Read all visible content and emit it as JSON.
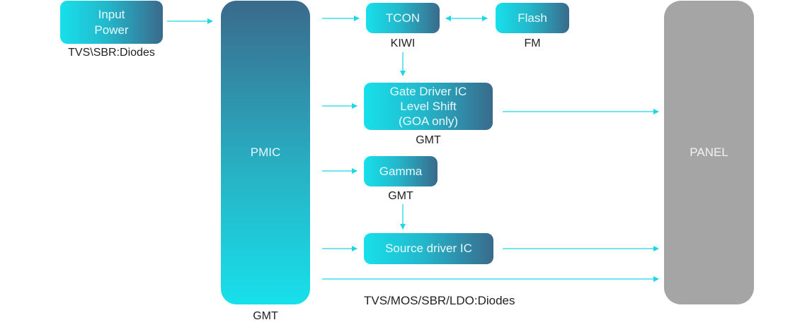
{
  "colors": {
    "arrow": "#1ed6e6",
    "gradient_start": "#17e0ea",
    "gradient_end": "#3a6a8c",
    "panel": "#a5a5a5"
  },
  "nodes": {
    "input_power": {
      "label_line1": "Input",
      "label_line2": "Power",
      "vendor": "TVS\\SBR:Diodes"
    },
    "pmic": {
      "label": "PMIC",
      "vendor": "GMT"
    },
    "tcon": {
      "label": "TCON",
      "vendor": "KIWI"
    },
    "flash": {
      "label": "Flash",
      "vendor": "FM"
    },
    "gate_driver": {
      "label_line1": "Gate Driver IC",
      "label_line2": "Level Shift",
      "label_line3": "(GOA only)",
      "vendor": "GMT"
    },
    "gamma": {
      "label": "Gamma",
      "vendor": "GMT"
    },
    "source_driver": {
      "label": "Source driver IC"
    },
    "panel": {
      "label": "PANEL"
    }
  },
  "annotations": {
    "bottom_line": "TVS/MOS/SBR/LDO:Diodes"
  },
  "connections": [
    {
      "from": "input_power",
      "to": "pmic"
    },
    {
      "from": "pmic",
      "to": "tcon"
    },
    {
      "from": "tcon",
      "to": "flash",
      "bidirectional": true
    },
    {
      "from": "tcon",
      "to": "gate_driver"
    },
    {
      "from": "pmic",
      "to": "gate_driver"
    },
    {
      "from": "gate_driver",
      "to": "panel"
    },
    {
      "from": "pmic",
      "to": "gamma"
    },
    {
      "from": "gamma",
      "to": "source_driver"
    },
    {
      "from": "pmic",
      "to": "source_driver"
    },
    {
      "from": "source_driver",
      "to": "panel"
    },
    {
      "from": "pmic",
      "to": "panel"
    }
  ]
}
